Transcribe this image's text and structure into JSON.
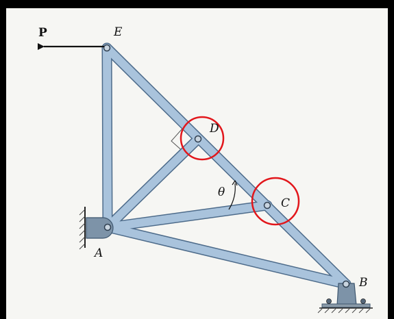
{
  "diagram": {
    "force_label": "P",
    "joints": {
      "E": "E",
      "D": "D",
      "C": "C",
      "A": "A",
      "B": "B"
    },
    "angle_label": "θ",
    "colors": {
      "member_fill": "#a9c3dc",
      "member_edge": "#4d6b8a",
      "highlight_circle": "#e2161b",
      "background": "#f6f6f3",
      "support": "#7d93a8"
    }
  }
}
